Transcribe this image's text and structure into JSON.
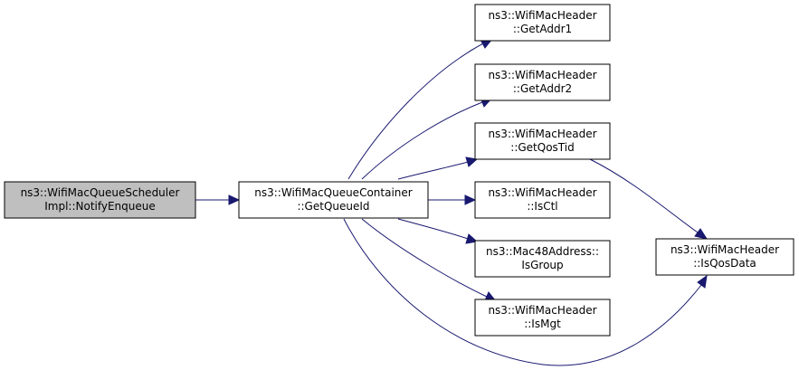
{
  "colors": {
    "root_fill": "#bfbfbf",
    "node_fill": "#ffffff",
    "edge": "#191970"
  },
  "nodes": {
    "root": {
      "line1": "ns3::WifiMacQueueScheduler",
      "line2": "Impl::NotifyEnqueue"
    },
    "getqueueid": {
      "line1": "ns3::WifiMacQueueContainer",
      "line2": "::GetQueueId"
    },
    "getaddr1": {
      "line1": "ns3::WifiMacHeader",
      "line2": "::GetAddr1"
    },
    "getaddr2": {
      "line1": "ns3::WifiMacHeader",
      "line2": "::GetAddr2"
    },
    "getqostid": {
      "line1": "ns3::WifiMacHeader",
      "line2": "::GetQosTid"
    },
    "isctl": {
      "line1": "ns3::WifiMacHeader",
      "line2": "::IsCtl"
    },
    "isgroup": {
      "line1": "ns3::Mac48Address::",
      "line2": "IsGroup"
    },
    "ismgt": {
      "line1": "ns3::WifiMacHeader",
      "line2": "::IsMgt"
    },
    "isqosdata": {
      "line1": "ns3::WifiMacHeader",
      "line2": "::IsQosData"
    }
  }
}
